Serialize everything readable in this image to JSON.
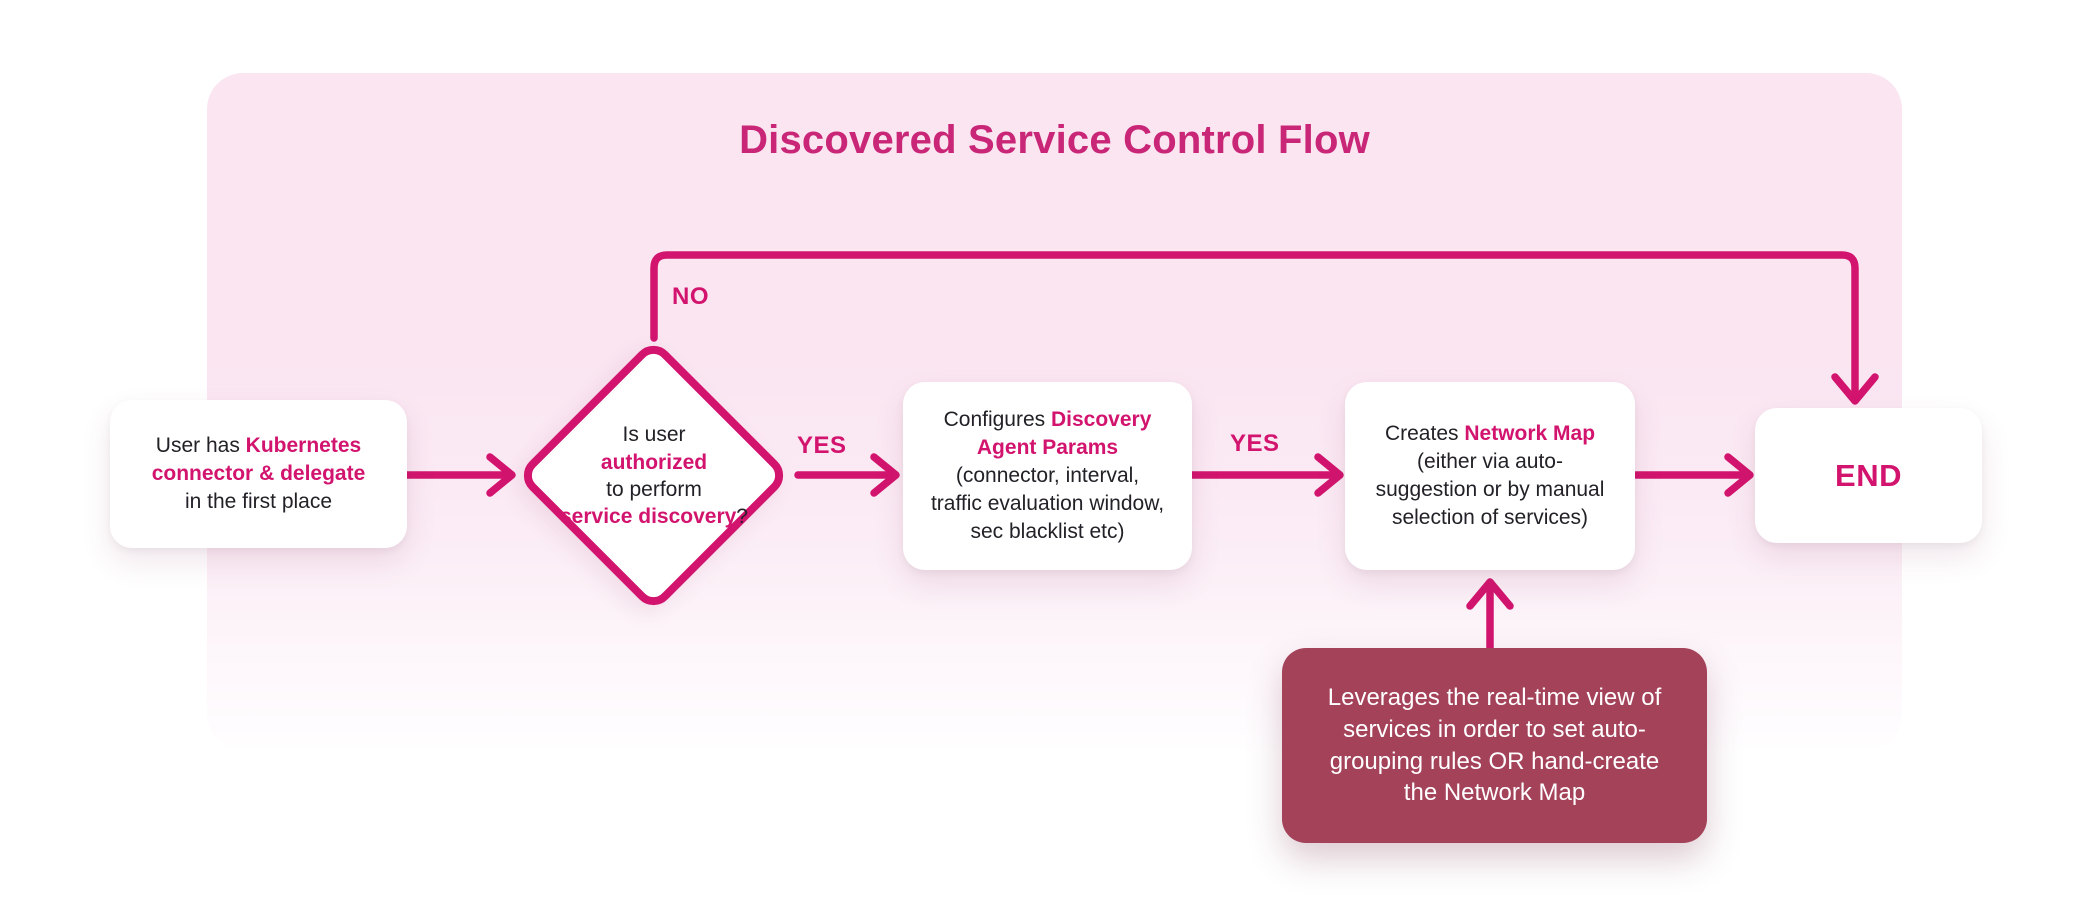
{
  "title": "Discovered Service Control Flow",
  "colors": {
    "accent": "#d2146e",
    "title": "#c92677",
    "panel_background_top": "#fae5f1",
    "note_background": "#a4425a",
    "node_background": "#ffffff",
    "text": "#232127"
  },
  "edge_labels": {
    "no": "NO",
    "yes1": "YES",
    "yes2": "YES"
  },
  "nodes": {
    "start": {
      "lines": [
        [
          {
            "t": "User has "
          },
          {
            "t": "Kubernetes",
            "a": 1
          }
        ],
        [
          {
            "t": "connector & delegate",
            "a": 1
          }
        ],
        [
          {
            "t": "in the first place"
          }
        ]
      ]
    },
    "decision": {
      "lines": [
        [
          {
            "t": "Is user"
          }
        ],
        [
          {
            "t": "authorized",
            "a": 1
          }
        ],
        [
          {
            "t": "to perform"
          }
        ],
        [
          {
            "t": "service discovery",
            "a": 1
          },
          {
            "t": "?"
          }
        ]
      ]
    },
    "params": {
      "lines": [
        [
          {
            "t": "Configures "
          },
          {
            "t": "Discovery",
            "a": 1
          }
        ],
        [
          {
            "t": "Agent Params",
            "a": 1
          }
        ],
        [
          {
            "t": "(connector, interval,"
          }
        ],
        [
          {
            "t": "traffic evaluation window,"
          }
        ],
        [
          {
            "t": "sec blacklist etc)"
          }
        ]
      ]
    },
    "network": {
      "lines": [
        [
          {
            "t": "Creates "
          },
          {
            "t": "Network Map",
            "a": 1
          }
        ],
        [
          {
            "t": "(either via auto-"
          }
        ],
        [
          {
            "t": "suggestion or by manual"
          }
        ],
        [
          {
            "t": "selection of services)"
          }
        ]
      ]
    },
    "end": {
      "label": "END"
    },
    "note": {
      "lines": [
        [
          {
            "t": "Leverages the real-time view of"
          }
        ],
        [
          {
            "t": "services in order to set auto-"
          }
        ],
        [
          {
            "t": "grouping rules OR hand-create"
          }
        ],
        [
          {
            "t": "the Network Map"
          }
        ]
      ]
    }
  }
}
